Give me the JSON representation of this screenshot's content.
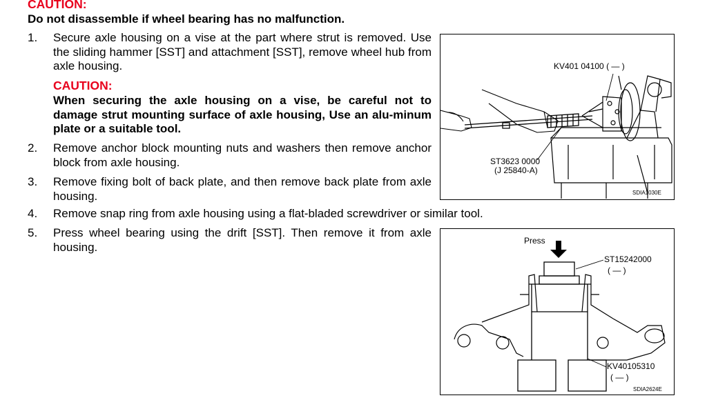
{
  "caution_top": "CAUTION:",
  "caution_top_text": "Do not disassemble if wheel bearing has no malfunction.",
  "steps": [
    {
      "num": "1.",
      "text": "Secure axle housing on a vise at the part where strut is removed. Use the sliding hammer [SST] and attachment [SST], remove wheel hub from axle housing."
    },
    {
      "num": "2.",
      "text": "Remove anchor block mounting nuts and washers then remove anchor block from axle housing."
    },
    {
      "num": "3.",
      "text": "Remove fixing bolt of back plate, and then remove back plate from axle housing."
    },
    {
      "num": "4.",
      "text": "Remove snap ring from axle housing using a flat-bladed screwdriver or similar tool."
    },
    {
      "num": "5.",
      "text": "Press wheel bearing using the drift [SST]. Then remove it from axle housing."
    }
  ],
  "caution_inner": "CAUTION:",
  "caution_inner_text": "When securing the axle housing on a vise, be careful not to damage strut mounting surface of axle housing, Use an alu-minum plate or a suitable tool.",
  "figure1": {
    "label_top": "KV401 04100 (        —        )",
    "label_bottom_1": "ST3623 0000",
    "label_bottom_2": "(J 25840-A)",
    "code": "SDIA1030E"
  },
  "figure2": {
    "press": "Press",
    "label_top_1": "ST15242000",
    "label_top_2": "(      —      )",
    "label_bottom_1": "KV40105310",
    "label_bottom_2": "(      —      )",
    "code": "SDIA2624E"
  }
}
